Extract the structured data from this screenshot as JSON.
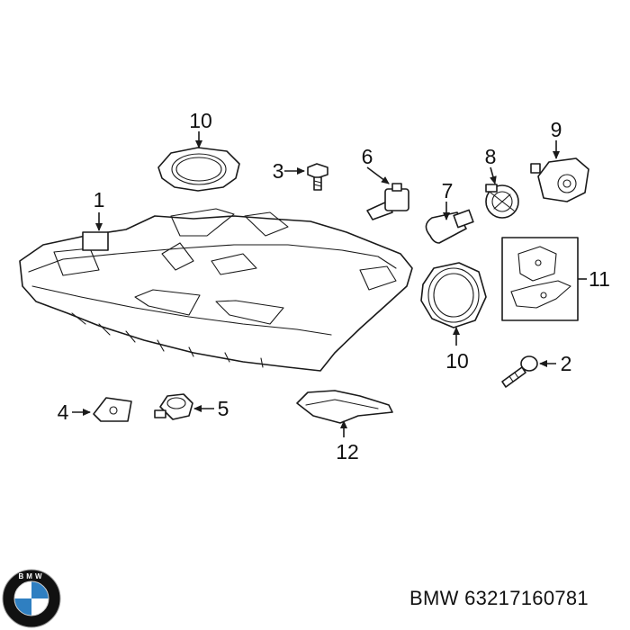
{
  "callouts": {
    "c1": "1",
    "c2": "2",
    "c3": "3",
    "c4": "4",
    "c5": "5",
    "c6": "6",
    "c7": "7",
    "c8": "8",
    "c9": "9",
    "c10a": "10",
    "c10b": "10",
    "c11": "11",
    "c12": "12"
  },
  "footer": {
    "part_number": "BMW 63217160781"
  },
  "logo": {
    "letters": "BMW",
    "colors": {
      "ring": "#111111",
      "blue": "#2f7fc1",
      "white": "#ffffff"
    }
  }
}
